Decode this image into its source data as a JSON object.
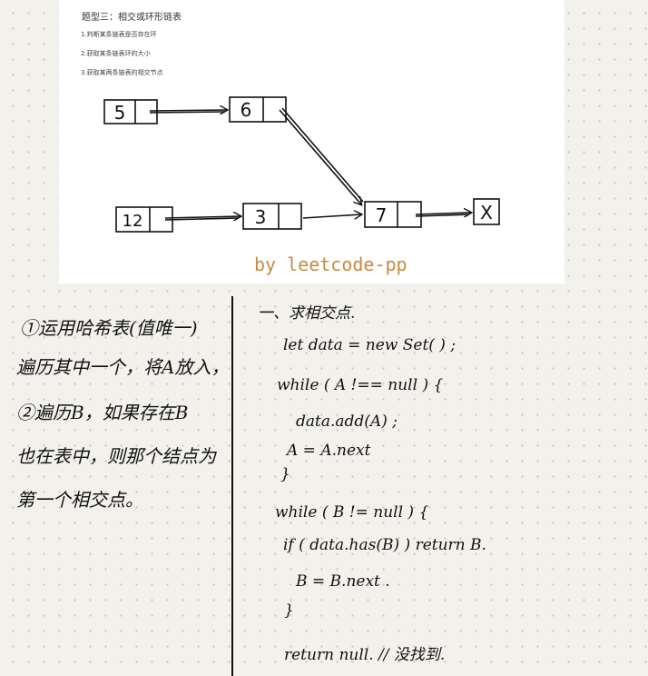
{
  "header": {
    "title": "题型三：相交或环形链表",
    "items": [
      "1.判断某条链表是否存在环",
      "2.获取某条链表环的大小",
      "3.获取某两条链表的相交节点"
    ]
  },
  "diagram": {
    "nodes": [
      "5",
      "6",
      "12",
      "3",
      "7",
      "X"
    ]
  },
  "watermark": "by leetcode-pp",
  "left_notes": [
    "①运用哈希表(值唯一)",
    "遍历其中一个，将A放入，",
    "②遍历B，如果存在B",
    "也在表中，则那个结点为",
    "第一个相交点。"
  ],
  "right_notes": [
    "一、求相交点.",
    "let  data = new  Set( ) ;",
    "while ( A !== null ) {",
    "data.add(A) ;",
    "A = A.next",
    "}",
    "while ( B != null ) {",
    "if ( data.has(B) ) return  B.",
    "B = B.next .",
    "}",
    "return  null.  // 没找到."
  ],
  "colors": {
    "paper": "#f3f1ec",
    "ink": "#111111",
    "watermark": "#c98a3e"
  }
}
